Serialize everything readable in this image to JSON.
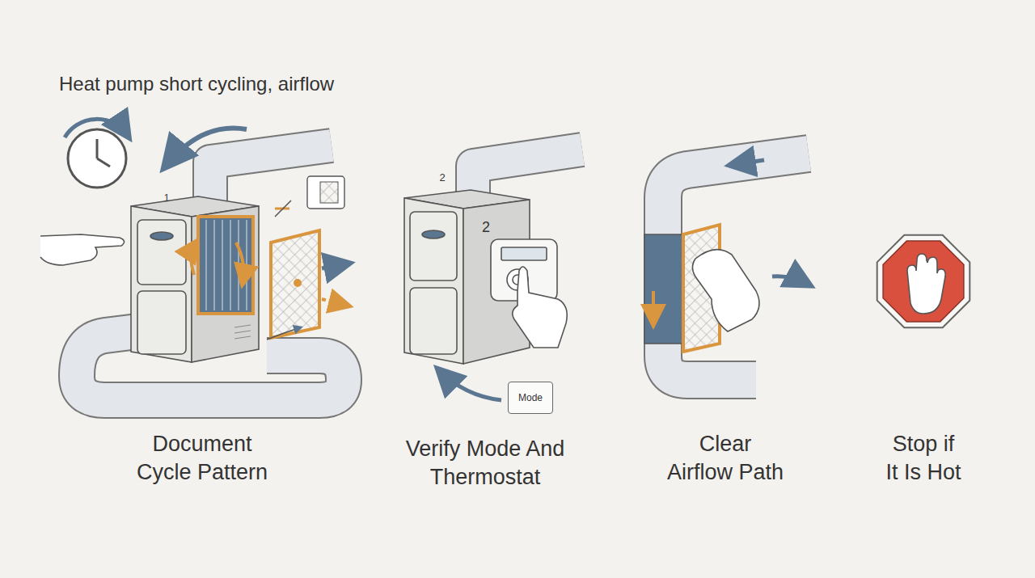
{
  "diagram": {
    "title": "Heat pump short cycling, airflow",
    "nodes": [
      {
        "text": [
          "Mode"
        ]
      }
    ],
    "labels": [
      "Document Cycle Pattern",
      "Verify Mode And Thermostat",
      "Clear Airflow Path",
      "Stop if It Is Hot",
      "1",
      "2",
      "2"
    ]
  }
}
